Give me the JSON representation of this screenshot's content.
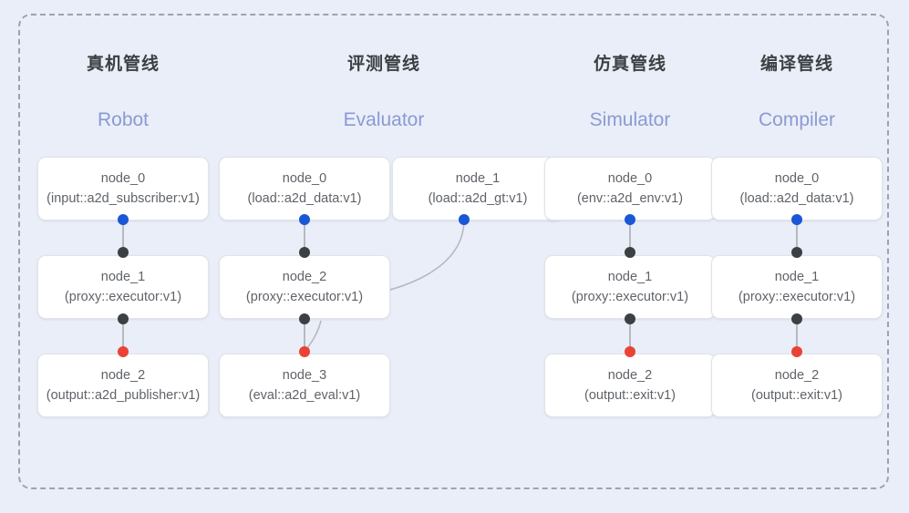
{
  "diagram": {
    "background_color": "#eaeef8",
    "frame_border_color": "#9aa3b5",
    "accent_color": "#8a9ad4",
    "port_colors": {
      "input": "#1a57d6",
      "link": "#3c4043",
      "output": "#ea4335"
    }
  },
  "columns": [
    {
      "id": "robot",
      "title_cn": "真机管线",
      "title_en": "Robot",
      "nodes": [
        {
          "name": "node_0",
          "type": "(input::a2d_subscriber:v1)"
        },
        {
          "name": "node_1",
          "type": "(proxy::executor:v1)"
        },
        {
          "name": "node_2",
          "type": "(output::a2d_publisher:v1)"
        }
      ]
    },
    {
      "id": "evaluator",
      "title_cn": "评测管线",
      "title_en": "Evaluator",
      "nodes": [
        {
          "name": "node_0",
          "type": "(load::a2d_data:v1)"
        },
        {
          "name": "node_1",
          "type": "(load::a2d_gt:v1)"
        },
        {
          "name": "node_2",
          "type": "(proxy::executor:v1)"
        },
        {
          "name": "node_3",
          "type": "(eval::a2d_eval:v1)"
        }
      ]
    },
    {
      "id": "simulator",
      "title_cn": "仿真管线",
      "title_en": "Simulator",
      "nodes": [
        {
          "name": "node_0",
          "type": "(env::a2d_env:v1)"
        },
        {
          "name": "node_1",
          "type": "(proxy::executor:v1)"
        },
        {
          "name": "node_2",
          "type": "(output::exit:v1)"
        }
      ]
    },
    {
      "id": "compiler",
      "title_cn": "编译管线",
      "title_en": "Compiler",
      "nodes": [
        {
          "name": "node_0",
          "type": "(load::a2d_data:v1)"
        },
        {
          "name": "node_1",
          "type": "(proxy::executor:v1)"
        },
        {
          "name": "node_2",
          "type": "(output::exit:v1)"
        }
      ]
    }
  ]
}
